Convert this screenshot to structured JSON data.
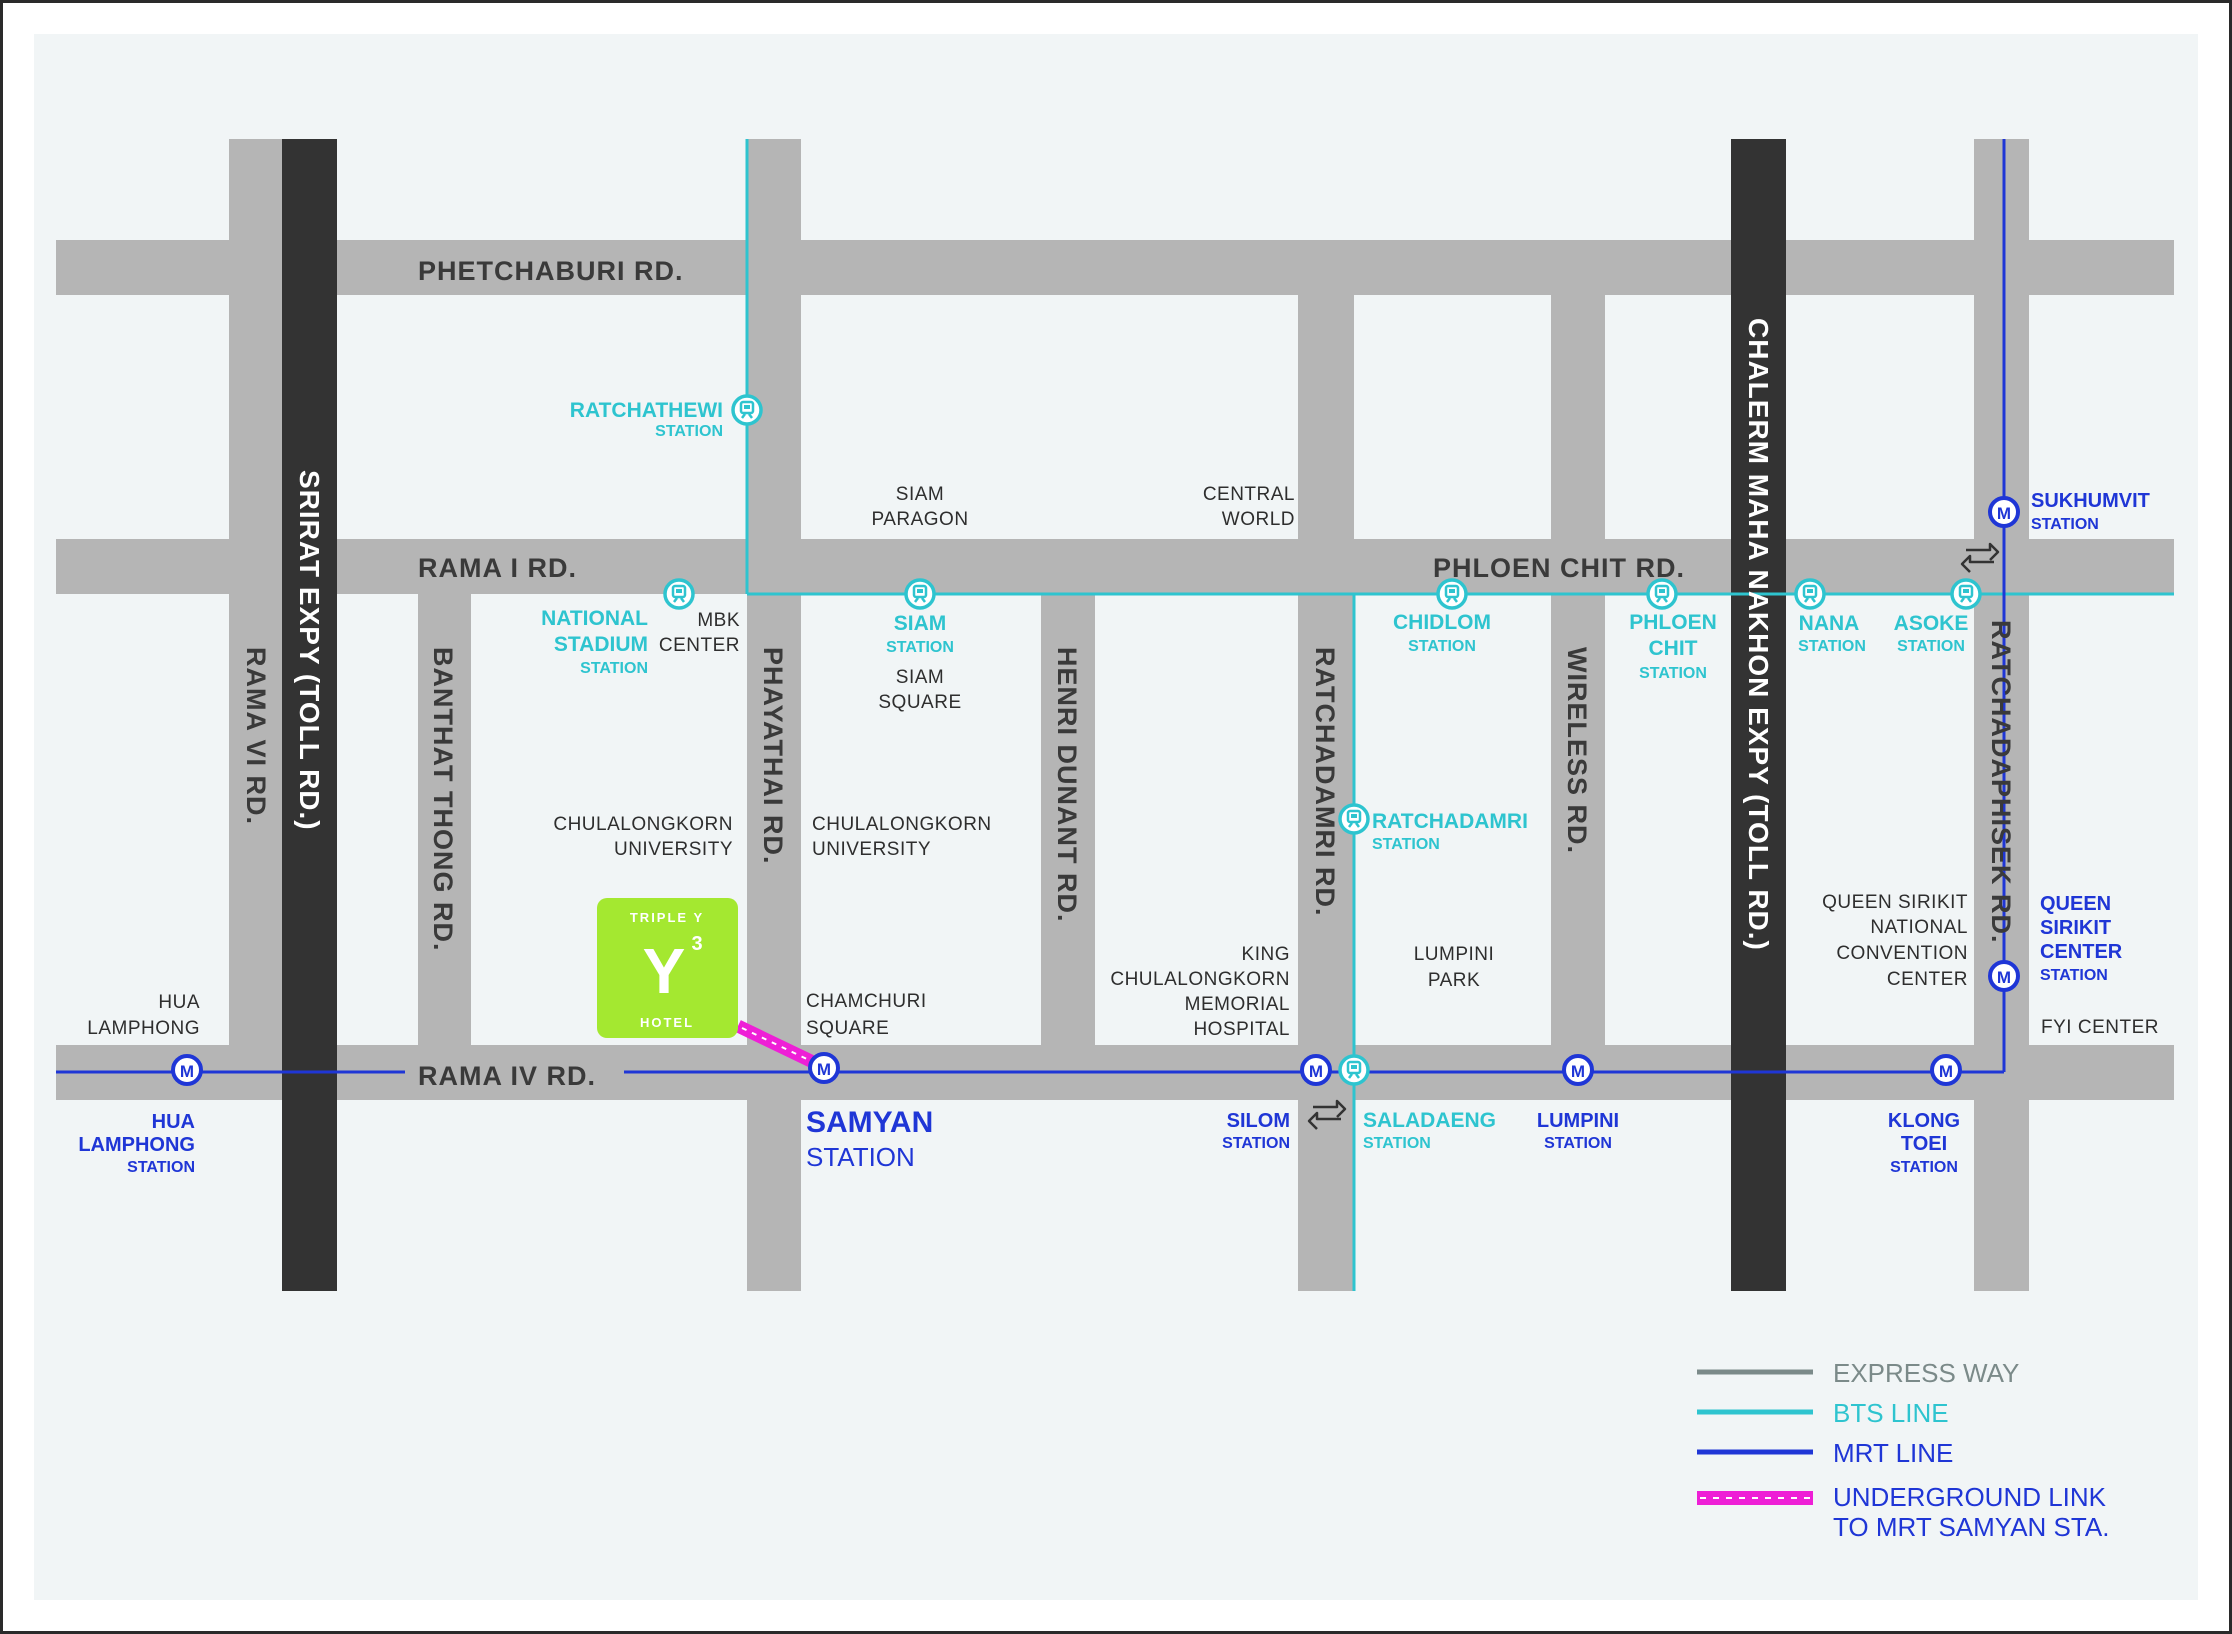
{
  "colors": {
    "background": "#f1f5f6",
    "road": "#b5b5b5",
    "expressway": "#333333",
    "bts": "#2ec4cf",
    "mrt": "#1f36d6",
    "hotel": "#a4e830",
    "underground_link": "#ee1fd6",
    "legend_express": "#7b8a89"
  },
  "roads": {
    "phetchaburi": "PHETCHABURI RD.",
    "rama1": "RAMA I RD.",
    "phloen_chit": "PHLOEN CHIT RD.",
    "rama4": "RAMA IV RD.",
    "rama6": "RAMA VI RD.",
    "banthat_thong": "BANTHAT THONG RD.",
    "phayathai": "PHAYATHAI RD.",
    "henri_dunant": "HENRI DUNANT RD.",
    "ratchadamri": "RATCHADAMRI RD.",
    "wireless": "WIRELESS RD.",
    "ratchadaphisek": "RATCHADAPHISEK RD."
  },
  "expressways": {
    "srirat": "SRIRAT EXPY (TOLL RD.)",
    "chalerm": "CHALERM MAHA NAKHON EXPY (TOLL RD.)"
  },
  "landmarks": {
    "siam_paragon": [
      "SIAM",
      "PARAGON"
    ],
    "central_world": [
      "CENTRAL",
      "WORLD"
    ],
    "mbk": [
      "MBK",
      "CENTER"
    ],
    "siam_square": [
      "SIAM",
      "SQUARE"
    ],
    "chula_west": [
      "CHULALONGKORN",
      "UNIVERSITY"
    ],
    "chula_east": [
      "CHULALONGKORN",
      "UNIVERSITY"
    ],
    "chamchuri": [
      "CHAMCHURI",
      "SQUARE"
    ],
    "king_chula": [
      "KING",
      "CHULALONGKORN",
      "MEMORIAL",
      "HOSPITAL"
    ],
    "lumpini_park": [
      "LUMPINI",
      "PARK"
    ],
    "qsncc": [
      "QUEEN SIRIKIT",
      "NATIONAL",
      "CONVENTION",
      "CENTER"
    ],
    "hua_lamphong": [
      "HUA",
      "LAMPHONG"
    ],
    "fyi": "FYI CENTER"
  },
  "bts_stations": {
    "ratchathewi": [
      "RATCHATHEWI",
      "STATION"
    ],
    "national_stadium": [
      "NATIONAL",
      "STADIUM",
      "STATION"
    ],
    "siam": [
      "SIAM",
      "STATION"
    ],
    "chidlom": [
      "CHIDLOM",
      "STATION"
    ],
    "phloen_chit": [
      "PHLOEN",
      "CHIT",
      "STATION"
    ],
    "nana": [
      "NANA",
      "STATION"
    ],
    "asoke": [
      "ASOKE",
      "STATION"
    ],
    "ratchadamri": [
      "RATCHADAMRI",
      "STATION"
    ],
    "saladaeng": [
      "SALADAENG",
      "STATION"
    ]
  },
  "mrt_stations": {
    "sukhumvit": [
      "SUKHUMVIT",
      "STATION"
    ],
    "qsncc": [
      "QUEEN",
      "SIRIKIT",
      "CENTER",
      "STATION"
    ],
    "hua_lamphong": [
      "HUA",
      "LAMPHONG",
      "STATION"
    ],
    "samyan": [
      "SAMYAN",
      "STATION"
    ],
    "silom": [
      "SILOM",
      "STATION"
    ],
    "lumpini": [
      "LUMPINI",
      "STATION"
    ],
    "klong_toei": [
      "KLONG",
      "TOEI",
      "STATION"
    ]
  },
  "icons": {
    "mrt_marker": "mrt-m-icon",
    "bts_marker": "bts-train-icon",
    "interchange": "interchange-arrows-icon"
  },
  "mrt_letter": "M",
  "hotel": {
    "top": "TRIPLE Y",
    "logo": "Y",
    "superscript": "3",
    "bottom": "HOTEL"
  },
  "legend": {
    "express": "EXPRESS WAY",
    "bts": "BTS LINE",
    "mrt": "MRT LINE",
    "link_line1": "UNDERGROUND LINK",
    "link_line2": "TO MRT SAMYAN STA."
  }
}
